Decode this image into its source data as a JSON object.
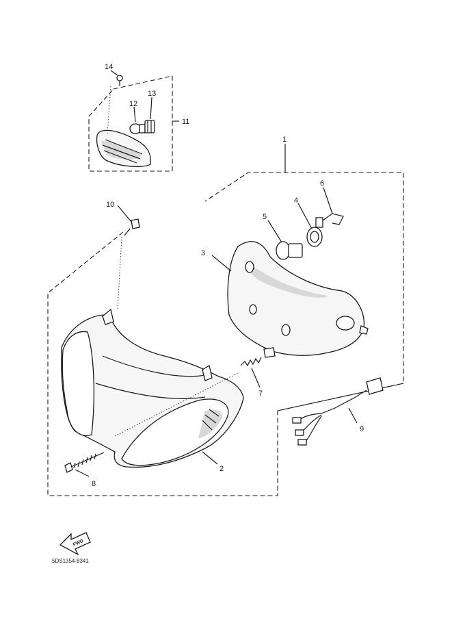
{
  "callouts": {
    "c1": "1",
    "c2": "2",
    "c3": "3",
    "c4": "4",
    "c5": "5",
    "c6": "6",
    "c7": "7",
    "c8": "8",
    "c9": "9",
    "c10": "10",
    "c11": "11",
    "c12": "12",
    "c13": "13",
    "c14": "14"
  },
  "fwd_label": "FWD",
  "diagram_code": "5DS1354-8341"
}
